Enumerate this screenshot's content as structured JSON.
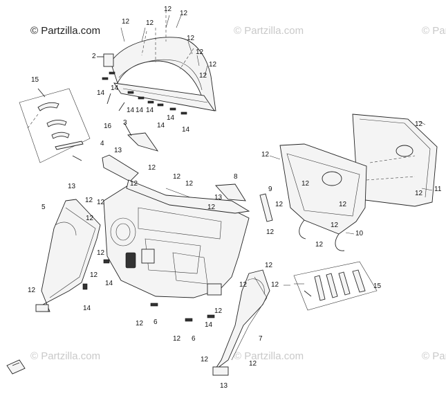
{
  "watermarks": {
    "primary": "© Partzilla.com",
    "secondary": [
      "© Partzilla.com",
      "© Partzilla.com",
      "© Partzilla.com",
      "© Partzilla.com",
      "© Partzilla.com"
    ]
  },
  "callouts": {
    "c1": "12",
    "c2": "12",
    "c3": "12",
    "c4": "12",
    "c5": "12",
    "c6": "2",
    "c7": "12",
    "c8": "12",
    "c9": "12",
    "c10": "14",
    "c11": "14",
    "c12": "14",
    "c13": "14",
    "c14": "14",
    "c15": "14",
    "c16": "14",
    "c17": "14",
    "c18": "16",
    "c19": "15",
    "c20": "3",
    "c21": "4",
    "c22": "13",
    "c23": "12",
    "c24": "12",
    "c25": "12",
    "c26": "12",
    "c27": "12",
    "c28": "13",
    "c29": "12",
    "c30": "5",
    "c31": "12",
    "c32": "12",
    "c33": "12",
    "c34": "14",
    "c35": "12",
    "c36": "14",
    "c37": "8",
    "c38": "13",
    "c39": "12",
    "c40": "9",
    "c41": "12",
    "c42": "12",
    "c43": "12",
    "c44": "12",
    "c45": "12",
    "c46": "12",
    "c47": "12",
    "c48": "11",
    "c49": "12",
    "c50": "10",
    "c51": "12",
    "c52": "15",
    "c53": "12",
    "c54": "12",
    "c55": "12",
    "c56": "12",
    "c57": "6",
    "c58": "12",
    "c59": "6",
    "c60": "14",
    "c61": "12",
    "c62": "7",
    "c63": "12",
    "c64": "12",
    "c65": "13"
  }
}
